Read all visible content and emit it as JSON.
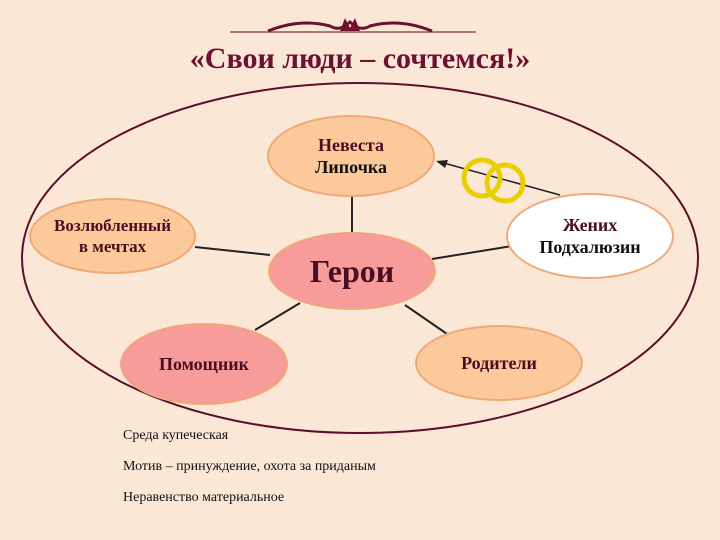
{
  "title": "«Свои люди – сочтемся!»",
  "nodes": {
    "center": {
      "label": "Герои"
    },
    "bride": {
      "line1": "Невеста",
      "line2": "Липочка"
    },
    "beloved": {
      "line1": "Возлюбленный",
      "line2": "в мечтах"
    },
    "groom": {
      "line1": "Жених",
      "line2": "Подхалюзин"
    },
    "helper": {
      "label": "Помощник"
    },
    "parents": {
      "label": "Родители"
    }
  },
  "notes": [
    "Среда купеческая",
    "Мотив – принуждение, охота за приданым",
    "Неравенство материальное"
  ],
  "colors": {
    "background": "#fbe7d6",
    "title": "#6e1030",
    "peach_node": "#fcc99a",
    "pink_node": "#f79b9b",
    "ring": "#e8d000",
    "outline": "#5a1028"
  }
}
